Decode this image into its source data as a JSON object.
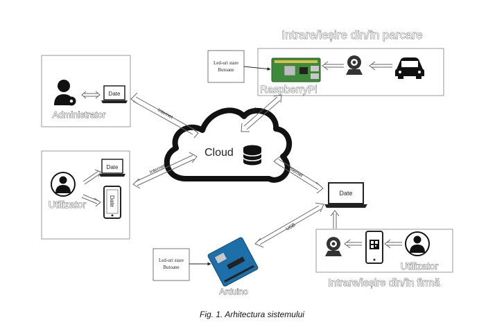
{
  "labels": {
    "parking_title": "Intrare/ieșire din/în parcare",
    "raspberry": "RaspberryPi",
    "led_box_top_line1": "Led-uri stare",
    "led_box_top_line2": "Butoane",
    "admin": "Administrator",
    "admin_laptop": "Date",
    "cloud": "Cloud",
    "internet_admin": "Internet",
    "internet_raspberry": "Internet",
    "internet_user": "Internet",
    "internet_date": "Internet",
    "user_laptop": "Date",
    "user_phone": "Date",
    "user": "Utilizator",
    "date_laptop": "Date",
    "usb": "USB",
    "led_box_bottom_line1": "Led-uri stare",
    "led_box_bottom_line2": "Butoane",
    "arduino": "Arduino",
    "company_user": "Utilizator",
    "company_title": "Intrare/ieșire din/în firmă"
  },
  "caption": "Fig. 1. Arhitectura sistemului"
}
